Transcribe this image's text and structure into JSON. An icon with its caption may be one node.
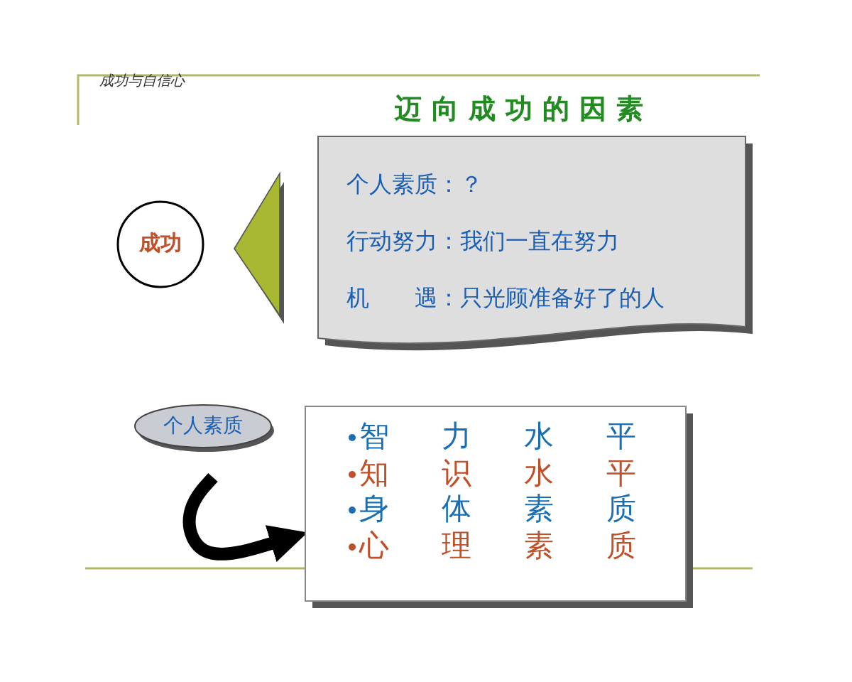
{
  "diagram": {
    "title": "迈向成功的因素",
    "nodes": [
      {
        "text": [
          "成功"
        ]
      },
      {
        "text": [],
        "shape": "triangle"
      },
      {
        "text": [
          "个人素质：？",
          "行动努力：我们一直在努力",
          "机　　遇：只光顾准备好了的人"
        ]
      },
      {
        "text": [
          "个人素质"
        ]
      },
      {
        "text": [
          "智力水平",
          "知识水平",
          "身体素质",
          "心理素质"
        ]
      }
    ],
    "edges": [
      {
        "from": 3,
        "to": 4,
        "arrow": "to"
      }
    ],
    "labels": [
      "成功与自信心"
    ]
  }
}
